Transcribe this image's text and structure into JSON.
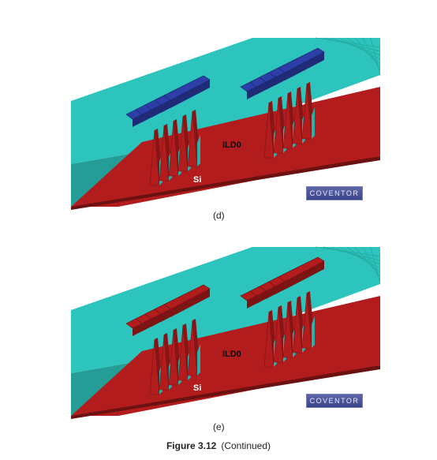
{
  "figure": {
    "panels": [
      {
        "id": "d",
        "sublabel": "(d)",
        "label_ild": "ILD0",
        "label_si": "Si",
        "logo": "COVENTOR",
        "colors": {
          "surface": "#2cc4bc",
          "substrate": "#b21c1c",
          "gate": "#2c3ea8"
        }
      },
      {
        "id": "e",
        "sublabel": "(e)",
        "label_ild": "ILD0",
        "label_si": "Si",
        "logo": "COVENTOR",
        "colors": {
          "surface": "#2cc4bc",
          "substrate": "#b21c1c",
          "gate": "#b21c1c"
        }
      }
    ],
    "caption_label": "Figure 3.12",
    "caption_text": "(Continued)"
  }
}
